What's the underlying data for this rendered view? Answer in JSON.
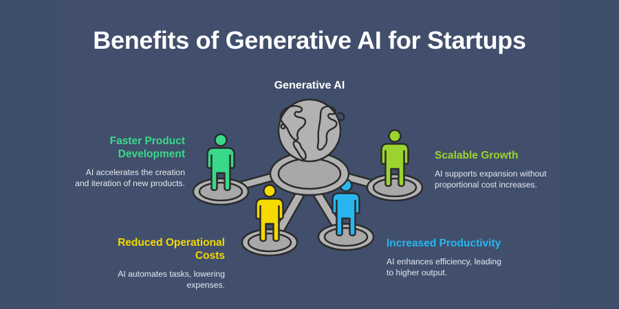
{
  "page": {
    "title": "Benefits of Generative AI for Startups",
    "background_color": "#3f4f6b",
    "panel_color": "#414f6c"
  },
  "hub": {
    "label": "Generative AI",
    "icon": "globe-icon",
    "platform_color": "#b0b0b0",
    "outline_color": "#2b2b2b"
  },
  "nodes": [
    {
      "id": "faster-product-development",
      "title": "Faster Product Development",
      "description": "AI accelerates the creation and iteration of new products.",
      "color": "#3ad98a",
      "align": "right",
      "person_icon": "person-icon"
    },
    {
      "id": "scalable-growth",
      "title": "Scalable Growth",
      "description": "AI supports expansion without proportional cost increases.",
      "color": "#9bd430",
      "align": "left",
      "person_icon": "person-icon"
    },
    {
      "id": "reduced-operational-costs",
      "title": "Reduced Operational Costs",
      "description": "AI automates tasks, lowering expenses.",
      "color": "#f5d900",
      "align": "right",
      "person_icon": "person-icon"
    },
    {
      "id": "increased-productivity",
      "title": "Increased Productivity",
      "description": "AI enhances efficiency, leading to higher output.",
      "color": "#29b6f0",
      "align": "left",
      "person_icon": "person-icon"
    }
  ]
}
